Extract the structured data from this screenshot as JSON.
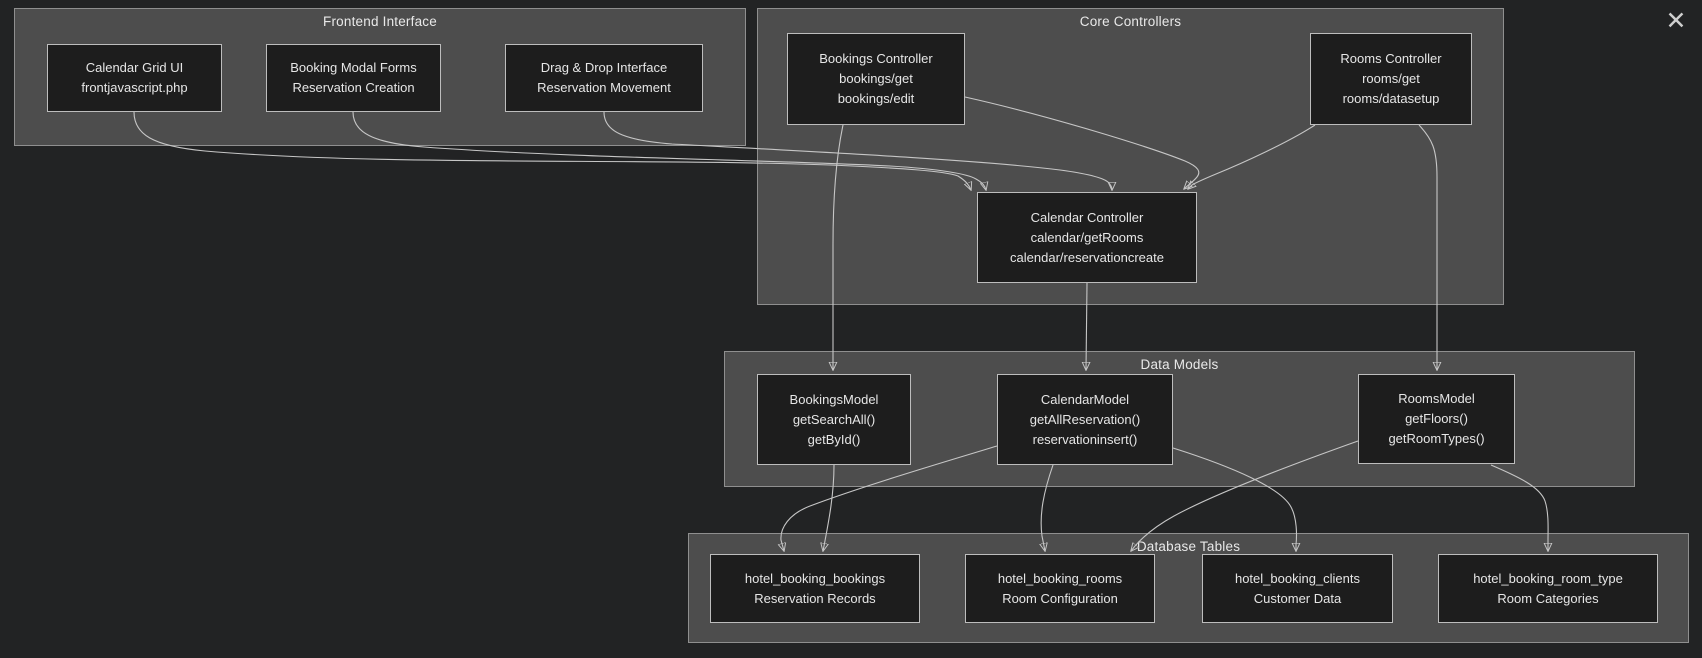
{
  "window": {
    "icons": {
      "close": "✕"
    }
  },
  "diagram": {
    "clusters": {
      "frontend_interface": {
        "label": "Frontend Interface"
      },
      "core_controllers": {
        "label": "Core Controllers"
      },
      "data_models": {
        "label": "Data Models"
      },
      "database_tables": {
        "label": "Database Tables"
      }
    },
    "nodes": {
      "calendar_grid_ui": {
        "lines": [
          "Calendar Grid UI",
          "frontjavascript.php"
        ]
      },
      "booking_modal_forms": {
        "lines": [
          "Booking Modal Forms",
          "Reservation Creation"
        ]
      },
      "drag_drop_interface": {
        "lines": [
          "Drag & Drop Interface",
          "Reservation Movement"
        ]
      },
      "bookings_controller": {
        "lines": [
          "Bookings Controller",
          "bookings/get",
          "bookings/edit"
        ]
      },
      "rooms_controller": {
        "lines": [
          "Rooms Controller",
          "rooms/get",
          "rooms/datasetup"
        ]
      },
      "calendar_controller": {
        "lines": [
          "Calendar Controller",
          "calendar/getRooms",
          "calendar/reservationcreate"
        ]
      },
      "bookings_model": {
        "lines": [
          "BookingsModel",
          "getSearchAll()",
          "getById()"
        ]
      },
      "calendar_model": {
        "lines": [
          "CalendarModel",
          "getAllReservation()",
          "reservationinsert()"
        ]
      },
      "rooms_model": {
        "lines": [
          "RoomsModel",
          "getFloors()",
          "getRoomTypes()"
        ]
      },
      "hotel_booking_bookings": {
        "lines": [
          "hotel_booking_bookings",
          "Reservation Records"
        ]
      },
      "hotel_booking_rooms": {
        "lines": [
          "hotel_booking_rooms",
          "Room Configuration"
        ]
      },
      "hotel_booking_clients": {
        "lines": [
          "hotel_booking_clients",
          "Customer Data"
        ]
      },
      "hotel_booking_room_type": {
        "lines": [
          "hotel_booking_room_type",
          "Room Categories"
        ]
      }
    },
    "edges": [
      {
        "from": "calendar_grid_ui",
        "to": "calendar_controller"
      },
      {
        "from": "booking_modal_forms",
        "to": "calendar_controller"
      },
      {
        "from": "drag_drop_interface",
        "to": "calendar_controller"
      },
      {
        "from": "bookings_controller",
        "to": "calendar_controller"
      },
      {
        "from": "rooms_controller",
        "to": "calendar_controller"
      },
      {
        "from": "bookings_controller",
        "to": "bookings_model"
      },
      {
        "from": "calendar_controller",
        "to": "calendar_model"
      },
      {
        "from": "rooms_controller",
        "to": "rooms_model"
      },
      {
        "from": "bookings_model",
        "to": "hotel_booking_bookings"
      },
      {
        "from": "calendar_model",
        "to": "hotel_booking_bookings"
      },
      {
        "from": "calendar_model",
        "to": "hotel_booking_rooms"
      },
      {
        "from": "calendar_model",
        "to": "hotel_booking_clients"
      },
      {
        "from": "rooms_model",
        "to": "hotel_booking_rooms"
      },
      {
        "from": "rooms_model",
        "to": "hotel_booking_room_type"
      }
    ],
    "colors": {
      "background": "#222324",
      "cluster_fill": "#4d4d4d",
      "cluster_border": "#8f8f8f",
      "node_fill": "#1d1d1d",
      "node_border": "#bdbdbd",
      "edge": "#c6c6c6",
      "text": "#e6e6e6"
    }
  }
}
